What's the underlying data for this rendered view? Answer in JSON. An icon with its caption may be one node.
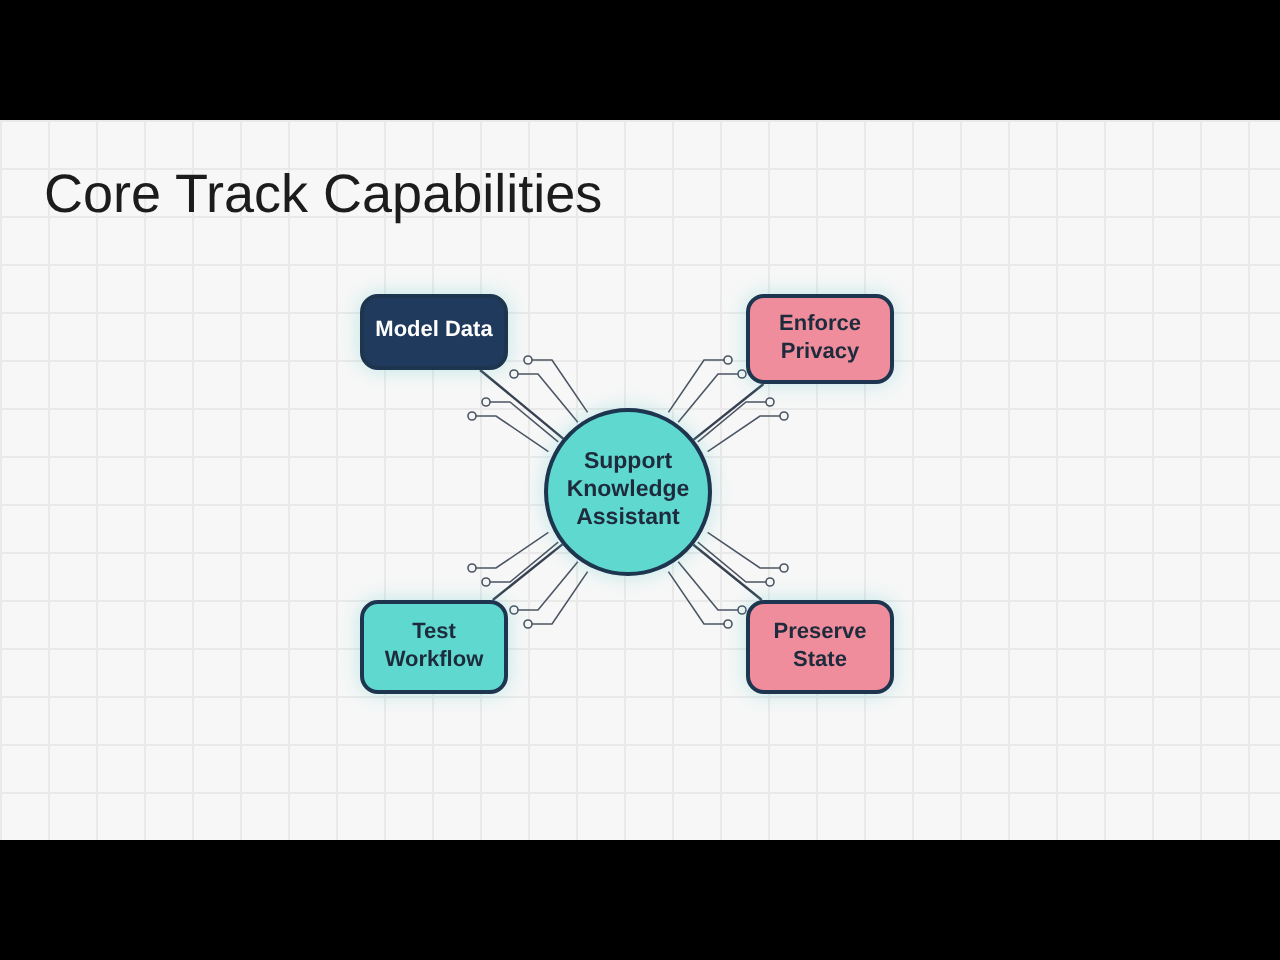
{
  "diagram": {
    "title": "Core Track Capabilities",
    "nodes": [
      {
        "text": [
          "Model Data"
        ]
      },
      {
        "text": [
          "Enforce Privacy"
        ]
      },
      {
        "text": [
          "Support Knowledge Assistant"
        ]
      },
      {
        "text": [
          "Test Workflow"
        ]
      },
      {
        "text": [
          "Preserve State"
        ]
      }
    ],
    "edges": [
      {
        "from": 0,
        "to": 2,
        "arrow": "none"
      },
      {
        "from": 1,
        "to": 2,
        "arrow": "none"
      },
      {
        "from": 3,
        "to": 2,
        "arrow": "none"
      },
      {
        "from": 4,
        "to": 2,
        "arrow": "none"
      }
    ]
  }
}
